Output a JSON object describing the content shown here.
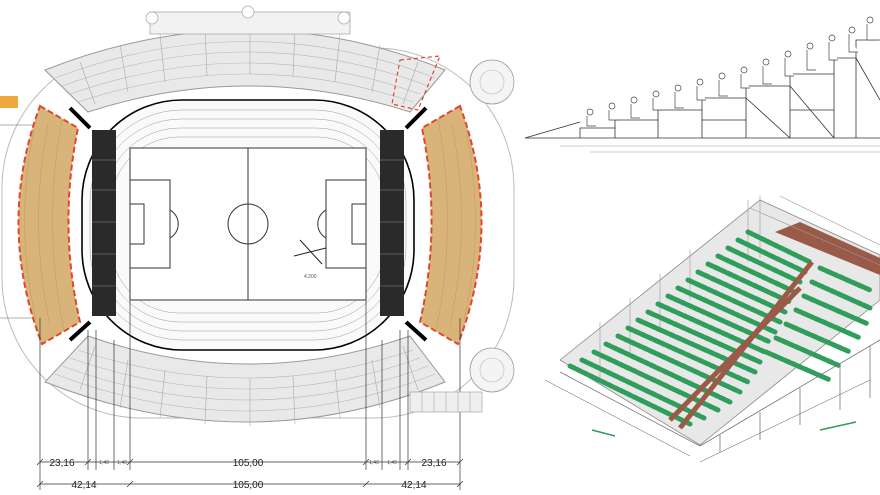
{
  "plan": {
    "dimensions": {
      "left_inner": "23,16",
      "center_inner": "105,00",
      "right_inner": "23,16",
      "left_outer": "42,14",
      "center_outer": "105,00",
      "right_outer": "42,14",
      "small_left_a": "1,40",
      "small_left_b": "1,40",
      "small_right_a": "1,40",
      "small_right_b": "1,40"
    },
    "field_note": "4.200"
  },
  "colors": {
    "tribune_fill": "#d8b37a",
    "tribune_outline": "#e0472c",
    "seat_green": "#2f9e5a",
    "walkway_brown": "#9a5a48",
    "line": "#333333"
  }
}
